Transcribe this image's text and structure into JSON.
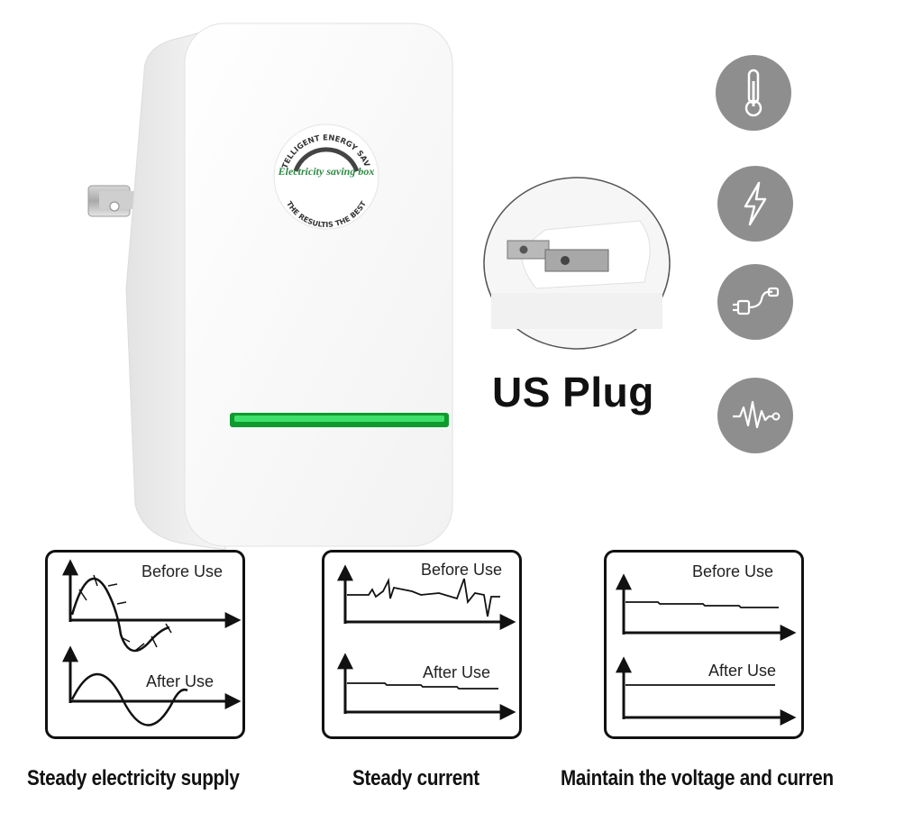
{
  "device": {
    "badge_top": "INTELLIGENT ENERGY SAVER",
    "badge_middle": "Electricity saving box",
    "badge_bottom": "THE RESULTIS THE BEST",
    "indicator_color": "#12c23a"
  },
  "plug": {
    "label": "US Plug"
  },
  "feature_icons": [
    "thermometer-icon",
    "lightning-icon",
    "plug-cable-icon",
    "waveform-icon"
  ],
  "panels": [
    {
      "before_label": "Before Use",
      "after_label": "After Use",
      "caption": "Steady electricity supply"
    },
    {
      "before_label": "Before Use",
      "after_label": "After Use",
      "caption": "Steady current"
    },
    {
      "before_label": "Before Use",
      "after_label": "After Use",
      "caption": "Maintain the voltage and curren"
    }
  ]
}
